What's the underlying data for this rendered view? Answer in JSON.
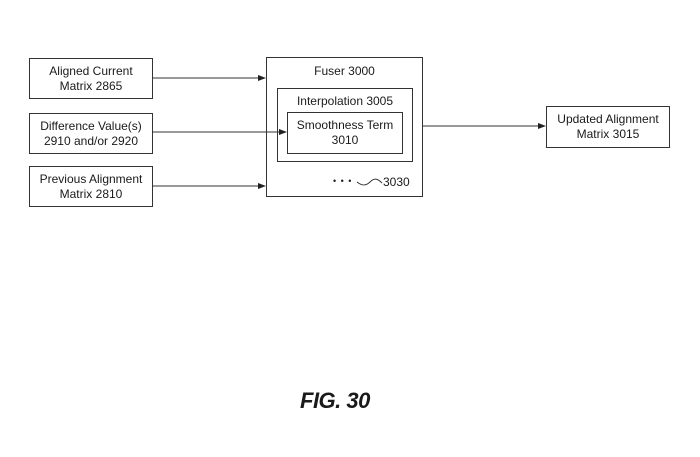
{
  "inputs": [
    {
      "line1": "Aligned Current",
      "line2": "Matrix 2865"
    },
    {
      "line1": "Difference Value(s)",
      "line2": "2910 and/or 2920"
    },
    {
      "line1": "Previous Alignment",
      "line2": "Matrix 2810"
    }
  ],
  "fuser": {
    "label": "Fuser 3000"
  },
  "interpolation": {
    "label": "Interpolation 3005"
  },
  "smoothness": {
    "line1": "Smoothness Term",
    "line2": "3010"
  },
  "ellipsis": {
    "dots": "• • •",
    "ref": "3030"
  },
  "output": {
    "line1": "Updated Alignment",
    "line2": "Matrix 3015"
  },
  "figure_label": "FIG. 30"
}
